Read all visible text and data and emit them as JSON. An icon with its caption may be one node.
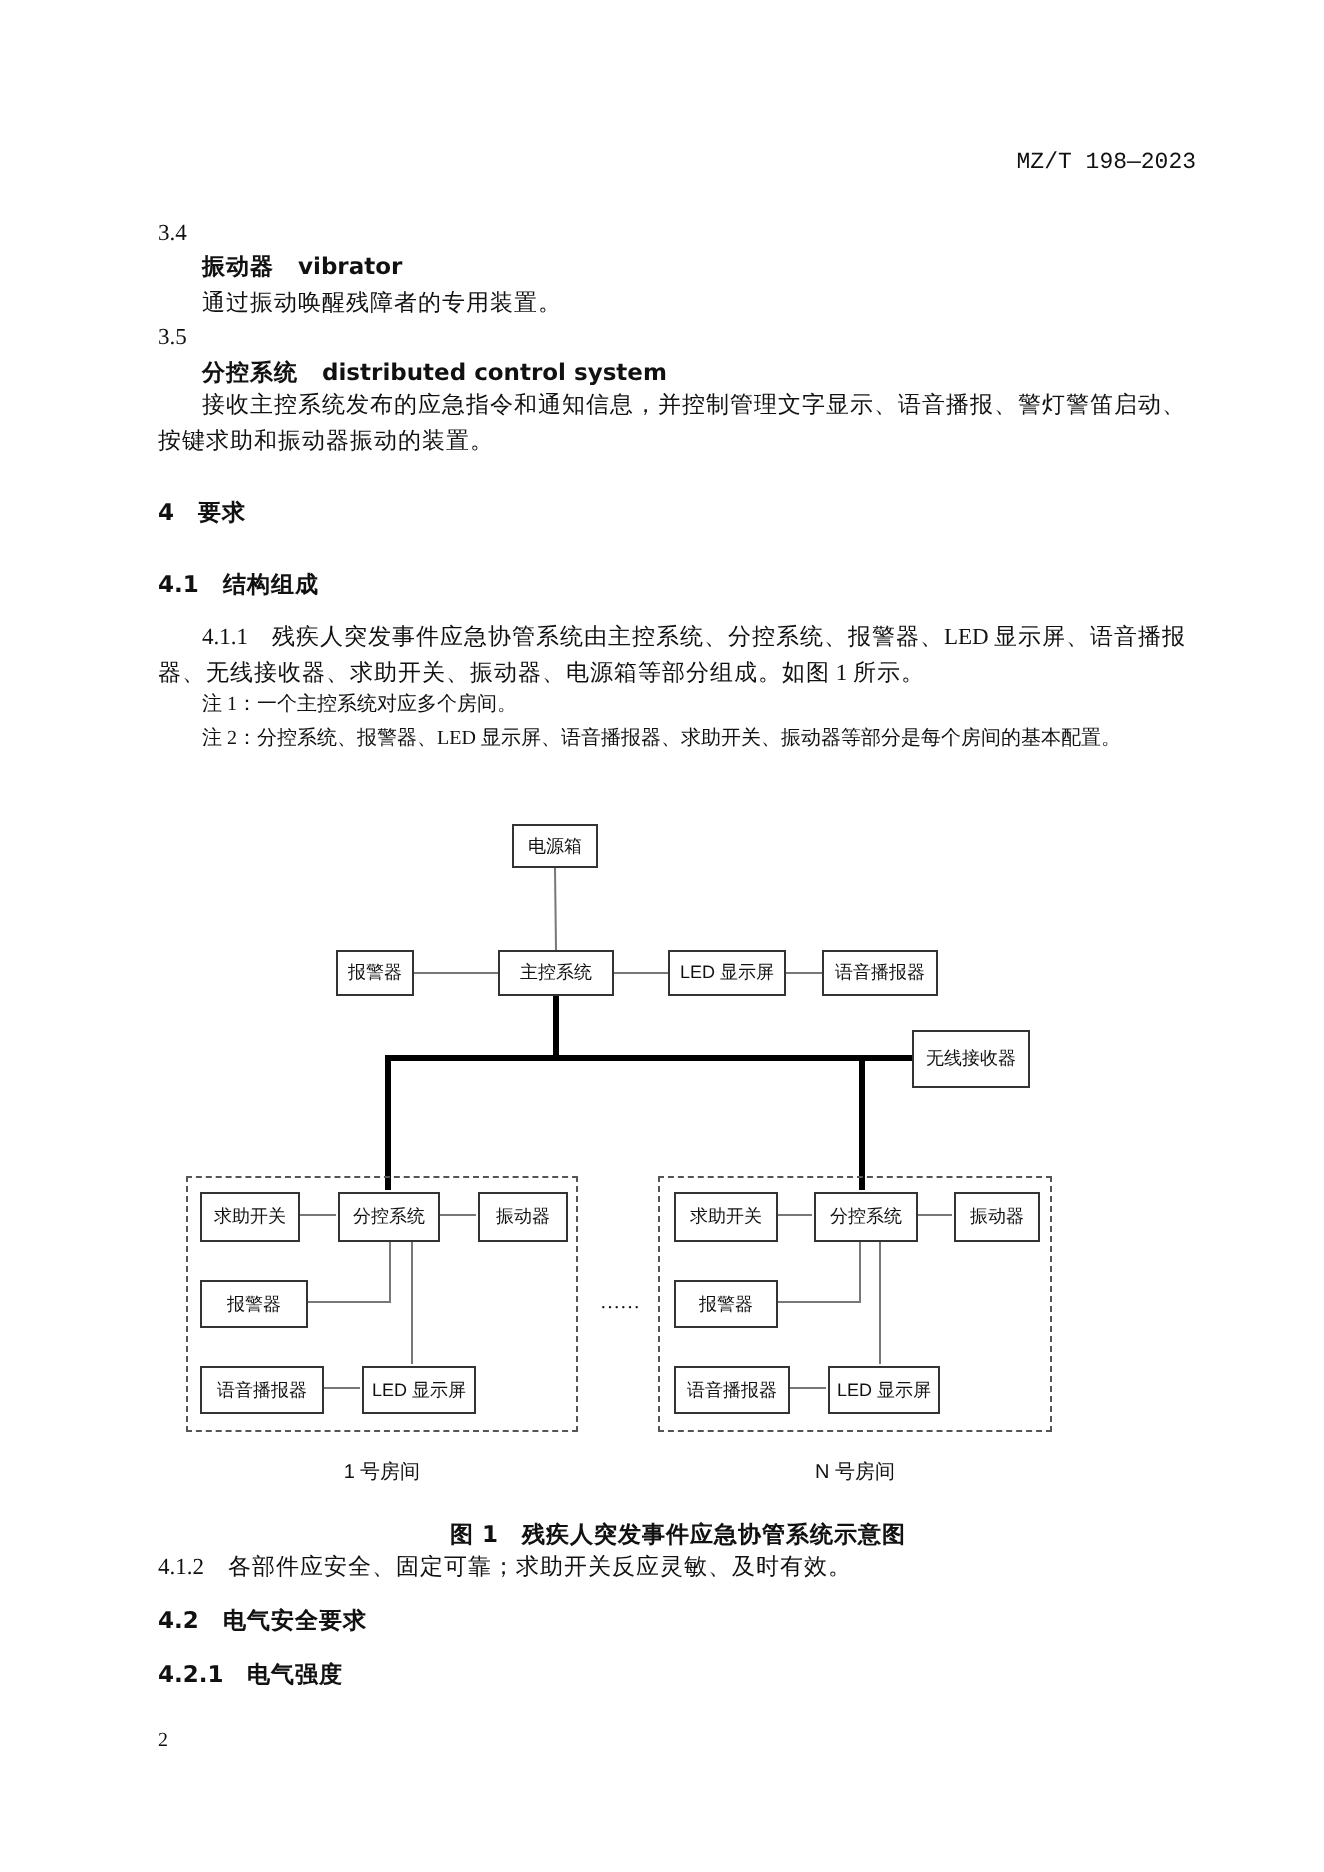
{
  "diagram": {
    "caption": "图 1　残疾人突发事件应急协管系统示意图",
    "nodes": [
      {
        "text": [
          "电源箱"
        ]
      },
      {
        "text": [
          "报警器"
        ]
      },
      {
        "text": [
          "主控系统"
        ]
      },
      {
        "text": [
          "LED 显示屏"
        ]
      },
      {
        "text": [
          "语音播报器"
        ]
      },
      {
        "text": [
          "无线接收器"
        ]
      },
      {
        "text": [
          "1 号房间"
        ]
      },
      {
        "text": [
          "求助开关"
        ],
        "in": 6
      },
      {
        "text": [
          "分控系统"
        ],
        "in": 6
      },
      {
        "text": [
          "振动器"
        ],
        "in": 6
      },
      {
        "text": [
          "报警器"
        ],
        "in": 6
      },
      {
        "text": [
          "语音播报器"
        ],
        "in": 6
      },
      {
        "text": [
          "LED 显示屏"
        ],
        "in": 6
      },
      {
        "text": [
          "N 号房间"
        ]
      },
      {
        "text": [
          "求助开关"
        ],
        "in": 13
      },
      {
        "text": [
          "分控系统"
        ],
        "in": 13
      },
      {
        "text": [
          "振动器"
        ],
        "in": 13
      },
      {
        "text": [
          "报警器"
        ],
        "in": 13
      },
      {
        "text": [
          "语音播报器"
        ],
        "in": 13
      },
      {
        "text": [
          "LED 显示屏"
        ],
        "in": 13
      }
    ],
    "edges": [
      {
        "from": 0,
        "to": 2,
        "arrow": "none"
      },
      {
        "from": 1,
        "to": 2,
        "arrow": "none"
      },
      {
        "from": 2,
        "to": 3,
        "arrow": "none"
      },
      {
        "from": 3,
        "to": 4,
        "arrow": "none"
      },
      {
        "from": 2,
        "to": 8,
        "arrow": "none",
        "style": "thick",
        "color": "#000000"
      },
      {
        "from": 2,
        "to": 15,
        "arrow": "none",
        "style": "thick",
        "color": "#000000"
      },
      {
        "from": 2,
        "to": 5,
        "arrow": "none",
        "style": "thick",
        "color": "#000000"
      },
      {
        "from": 7,
        "to": 8,
        "arrow": "none"
      },
      {
        "from": 8,
        "to": 9,
        "arrow": "none"
      },
      {
        "from": 8,
        "to": 10,
        "arrow": "none"
      },
      {
        "from": 8,
        "to": 12,
        "arrow": "none"
      },
      {
        "from": 11,
        "to": 12,
        "arrow": "none"
      },
      {
        "from": 14,
        "to": 15,
        "arrow": "none"
      },
      {
        "from": 15,
        "to": 16,
        "arrow": "none"
      },
      {
        "from": 15,
        "to": 17,
        "arrow": "none"
      },
      {
        "from": 15,
        "to": 19,
        "arrow": "none"
      },
      {
        "from": 18,
        "to": 19,
        "arrow": "none"
      }
    ],
    "labels": [
      "MZ/T 198—2023",
      "3.4",
      "振动器　vibrator",
      "通过振动唤醒残障者的专用装置。",
      "3.5",
      "分控系统　distributed control system",
      "接收主控系统发布的应急指令和通知信息，并控制管理文字显示、语音播报、警灯警笛启动、按键求助和振动器振动的装置。",
      "4　要求",
      "4.1　结构组成",
      "4.1.1　残疾人突发事件应急协管系统由主控系统、分控系统、报警器、LED 显示屏、语音播报器、无线接收器、求助开关、振动器、电源箱等部分组成。如图 1 所示。",
      "注 1：一个主控系统对应多个房间。",
      "注 2：分控系统、报警器、LED 显示屏、语音播报器、求助开关、振动器等部分是每个房间的基本配置。",
      "……",
      "4.1.2　各部件应安全、固定可靠；求助开关反应灵敏、及时有效。",
      "4.2　电气安全要求",
      "4.2.1　电气强度",
      "2"
    ]
  }
}
